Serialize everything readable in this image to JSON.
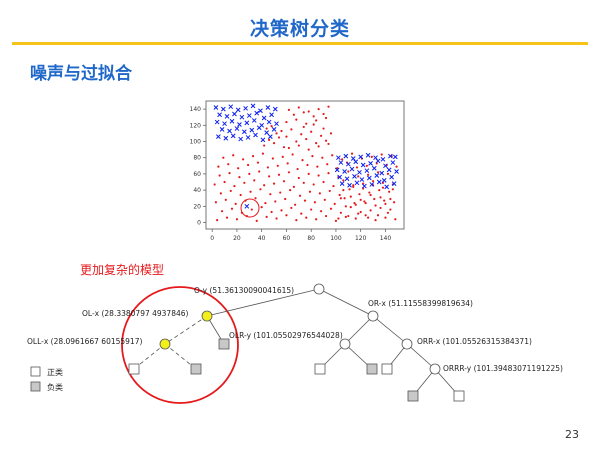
{
  "slide": {
    "title": "决策树分类",
    "section_title": "噪声与过拟合",
    "page_number": "23"
  },
  "colors": {
    "title_blue": "#1f68c9",
    "rule_yellow": "#f7c21a",
    "positive_points": "#e41a1c",
    "negative_points": "#0a1ef0",
    "highlight_circle": "#e41a1c",
    "new_split_node": "#f2ef1a"
  },
  "chart_data": {
    "type": "scatter",
    "title": "",
    "xlabel": "",
    "ylabel": "",
    "xlim": [
      -5,
      155
    ],
    "ylim": [
      -8,
      150
    ],
    "xticks": [
      "0",
      "20",
      "40",
      "60",
      "80",
      "100",
      "120",
      "140"
    ],
    "yticks": [
      "0",
      "20",
      "40",
      "60",
      "80",
      "100",
      "120",
      "140"
    ],
    "grid": false,
    "series": [
      {
        "marker": "dot",
        "color": "#e41a1c",
        "x": [
          4,
          12,
          20,
          28,
          36,
          44,
          52,
          60,
          68,
          76,
          84,
          92,
          100,
          108,
          116,
          124,
          132,
          140,
          148,
          8,
          16,
          24,
          32,
          40,
          48,
          56,
          64,
          72,
          80,
          88,
          96,
          104,
          112,
          120,
          128,
          136,
          144,
          3,
          11,
          19,
          27,
          35,
          43,
          51,
          59,
          67,
          75,
          83,
          91,
          99,
          107,
          115,
          123,
          131,
          139,
          147,
          7,
          15,
          23,
          31,
          39,
          47,
          55,
          63,
          71,
          79,
          87,
          95,
          103,
          111,
          119,
          127,
          135,
          143,
          2,
          10,
          18,
          26,
          34,
          42,
          50,
          58,
          66,
          74,
          82,
          90,
          98,
          106,
          114,
          122,
          130,
          138,
          146,
          6,
          14,
          22,
          30,
          38,
          46,
          54,
          62,
          70,
          78,
          86,
          94,
          102,
          110,
          118,
          126,
          134,
          142,
          5,
          13,
          21,
          29,
          37,
          45,
          53,
          61,
          69,
          77,
          85,
          93,
          101,
          109,
          117,
          125,
          133,
          141,
          149,
          9,
          17,
          25,
          33,
          41,
          49,
          57,
          65,
          73,
          81,
          89,
          97,
          105,
          113,
          121,
          129,
          137,
          145,
          62,
          70,
          78,
          86,
          94,
          68,
          76,
          84,
          92,
          60,
          72,
          80,
          88,
          96,
          64,
          74,
          82,
          90,
          60,
          68,
          76,
          84,
          92,
          66,
          74,
          82,
          90,
          62,
          70,
          78,
          86,
          94,
          42,
          50,
          58,
          46,
          54,
          52,
          56,
          44,
          48,
          104,
          112,
          120,
          128,
          136,
          144,
          108,
          116,
          124,
          132,
          140,
          102,
          110,
          118,
          126,
          134,
          142,
          106,
          114,
          122,
          130,
          138,
          146
        ],
        "y": [
          3,
          6,
          4,
          8,
          2,
          7,
          5,
          9,
          3,
          6,
          4,
          8,
          2,
          7,
          5,
          9,
          3,
          6,
          4,
          14,
          17,
          12,
          16,
          19,
          13,
          15,
          18,
          11,
          16,
          14,
          17,
          12,
          19,
          13,
          15,
          18,
          16,
          25,
          28,
          23,
          27,
          30,
          24,
          26,
          29,
          22,
          27,
          25,
          28,
          23,
          30,
          24,
          26,
          29,
          27,
          25,
          36,
          39,
          34,
          38,
          41,
          35,
          37,
          40,
          33,
          38,
          36,
          39,
          34,
          41,
          35,
          37,
          40,
          38,
          47,
          50,
          45,
          49,
          52,
          46,
          48,
          51,
          44,
          49,
          47,
          50,
          45,
          52,
          46,
          48,
          51,
          49,
          47,
          58,
          61,
          56,
          60,
          63,
          57,
          59,
          62,
          55,
          60,
          58,
          61,
          56,
          63,
          57,
          59,
          62,
          60,
          69,
          72,
          67,
          71,
          74,
          68,
          70,
          73,
          66,
          71,
          69,
          72,
          67,
          74,
          68,
          70,
          73,
          71,
          69,
          80,
          83,
          78,
          82,
          85,
          79,
          81,
          84,
          77,
          82,
          80,
          83,
          78,
          85,
          79,
          81,
          84,
          82,
          92,
          95,
          90,
          94,
          97,
          100,
          103,
          98,
          101,
          106,
          109,
          112,
          107,
          110,
          115,
          118,
          121,
          116,
          124,
          127,
          122,
          126,
          129,
          133,
          136,
          131,
          134,
          139,
          142,
          137,
          140,
          143,
          95,
          98,
          93,
          102,
          105,
          110,
          113,
          116,
          119,
          30,
          32,
          28,
          34,
          31,
          29,
          20,
          22,
          24,
          21,
          23,
          5,
          8,
          11,
          6,
          9,
          12,
          40,
          44,
          42,
          46,
          43,
          41
        ]
      },
      {
        "marker": "x",
        "color": "#0a1ef0",
        "x": [
          3,
          9,
          15,
          21,
          27,
          33,
          39,
          45,
          51,
          6,
          12,
          18,
          24,
          30,
          36,
          42,
          48,
          4,
          10,
          16,
          22,
          28,
          34,
          40,
          46,
          52,
          8,
          14,
          20,
          26,
          32,
          38,
          44,
          50,
          5,
          11,
          17,
          23,
          29,
          35,
          41,
          47,
          102,
          108,
          114,
          120,
          126,
          132,
          138,
          144,
          148,
          104,
          110,
          116,
          122,
          128,
          134,
          140,
          146,
          101,
          107,
          113,
          119,
          125,
          131,
          137,
          143,
          149,
          103,
          109,
          115,
          121,
          127,
          133,
          139,
          145,
          105,
          111,
          117,
          123,
          129,
          135,
          141,
          147,
          28
        ],
        "y": [
          142,
          140,
          143,
          139,
          141,
          144,
          138,
          142,
          140,
          133,
          131,
          134,
          130,
          132,
          135,
          129,
          133,
          124,
          122,
          125,
          121,
          123,
          126,
          120,
          124,
          122,
          115,
          113,
          116,
          112,
          114,
          117,
          111,
          115,
          106,
          104,
          107,
          103,
          105,
          108,
          102,
          106,
          80,
          82,
          79,
          81,
          83,
          80,
          78,
          82,
          81,
          74,
          72,
          75,
          71,
          73,
          76,
          70,
          74,
          65,
          63,
          66,
          62,
          64,
          67,
          61,
          65,
          63,
          56,
          54,
          57,
          53,
          55,
          58,
          52,
          56,
          48,
          46,
          49,
          45,
          47,
          50,
          44,
          48,
          20
        ]
      }
    ]
  },
  "tree": {
    "root": "O-y (51.36130090041615)",
    "ol": "OL-x (28.3380797 4937846)",
    "oll": "OLL-x (28.0961667 60155917)",
    "olr": "OLR-y (101.05502976544028)",
    "or": "OR-x (51.11558399819634)",
    "orr": "ORR-x (101.05526315384371)",
    "orrr": "ORRR-y (101.39483071191225)",
    "annotation": "更加复杂的模型",
    "legend": {
      "positive": "正类",
      "negative": "负类"
    }
  }
}
